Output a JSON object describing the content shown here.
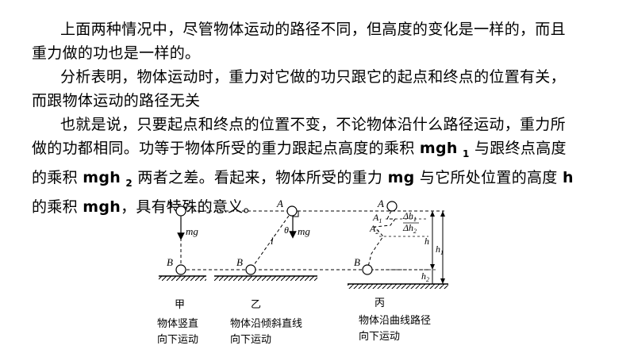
{
  "paragraphs": {
    "p1": {
      "line1": "上面两种情况中，尽管物体运动的路径不同，但高度的变化是一样的，而且",
      "line2": "重力做的功也是一样的。"
    },
    "p2": {
      "line1": "分析表明，物体运动时，重力对它做的功只跟它的起点和终点的位置有关，",
      "line2": "而跟物体运动的路径无关"
    },
    "p3": {
      "line1_a": "也就是说，只要起点和终点的位置不变，不论物体沿什么路径运动，重力所",
      "line2_a": "做的功都相同。功等于物体所受的重力跟起点高度的乘积 ",
      "mgh1": "mgh",
      "sub1": "1",
      "line2_b": " 与跟终点高度",
      "line3_a": "的乘积 ",
      "mgh2": "mgh",
      "sub2": "2",
      "line3_b": " 两者之差。看起来，物体所受的重力 ",
      "mg": "mg",
      "line3_c": " 与它所处位置的高度 ",
      "h": "h",
      "line4_a": "的乘积 ",
      "mgh": "mgh",
      "line4_b": "，具有特殊的意义。"
    }
  },
  "figure": {
    "labels": {
      "A": "A",
      "B": "B",
      "mg": "mg",
      "l": "l",
      "theta": "θ",
      "A1": "A",
      "A1_sub": "1",
      "A2": "A",
      "A2_sub": "2",
      "dh1": "Δh",
      "dh1_sub": "1",
      "dh2": "Δh",
      "dh2_sub": "2",
      "h": "h",
      "h1": "h",
      "h1_sub": "1",
      "h2": "h",
      "h2_sub": "2"
    },
    "panels": [
      {
        "name": "甲",
        "caption_line1": "物体竖直",
        "caption_line2": "向下运动"
      },
      {
        "name": "乙",
        "caption_line1": "物体沿倾斜直线",
        "caption_line2": "向下运动"
      },
      {
        "name": "丙",
        "caption_line1": "物体沿曲线路径",
        "caption_line2": "向下运动"
      }
    ]
  }
}
